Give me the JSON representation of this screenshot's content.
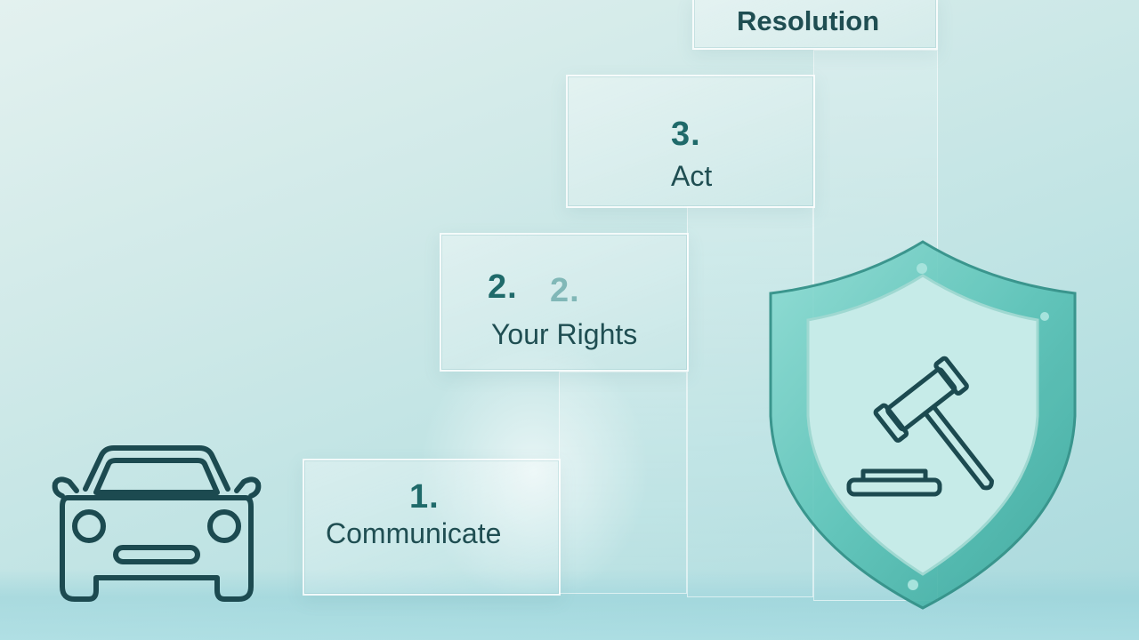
{
  "steps": [
    {
      "number": "1.",
      "label": "Communicate"
    },
    {
      "number": "2.",
      "ghost_number": "2.",
      "label": "Your Rights"
    },
    {
      "number": "3.",
      "label": "Act"
    },
    {
      "number": "",
      "label": "Resolution"
    }
  ],
  "icons": {
    "left": "car-icon",
    "right": "shield-gavel-icon"
  },
  "colors": {
    "accent": "#1f6a6a",
    "text": "#1f4e52",
    "shield": "#5fc7bd"
  }
}
